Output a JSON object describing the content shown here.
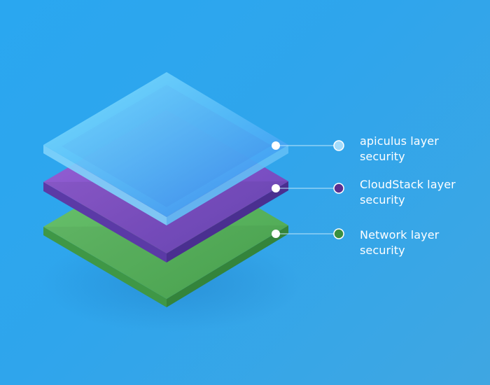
{
  "colors": {
    "background": "#2fa5ec",
    "top_layer": "#5fc3fb",
    "middle_layer": "#7b4fc3",
    "bottom_layer": "#4aad52",
    "top_marker": "#9fd9fb",
    "middle_marker": "#5b2f8f",
    "bottom_marker": "#3a8f3f"
  },
  "layers": [
    {
      "name": "apiculus",
      "label_line1": "apiculus layer",
      "label_line2": "security",
      "marker_icon": "circle-icon"
    },
    {
      "name": "cloudstack",
      "label_line1": "CloudStack layer",
      "label_line2": "security",
      "marker_icon": "circle-icon"
    },
    {
      "name": "network",
      "label_line1": "Network layer",
      "label_line2": "security",
      "marker_icon": "circle-icon"
    }
  ]
}
